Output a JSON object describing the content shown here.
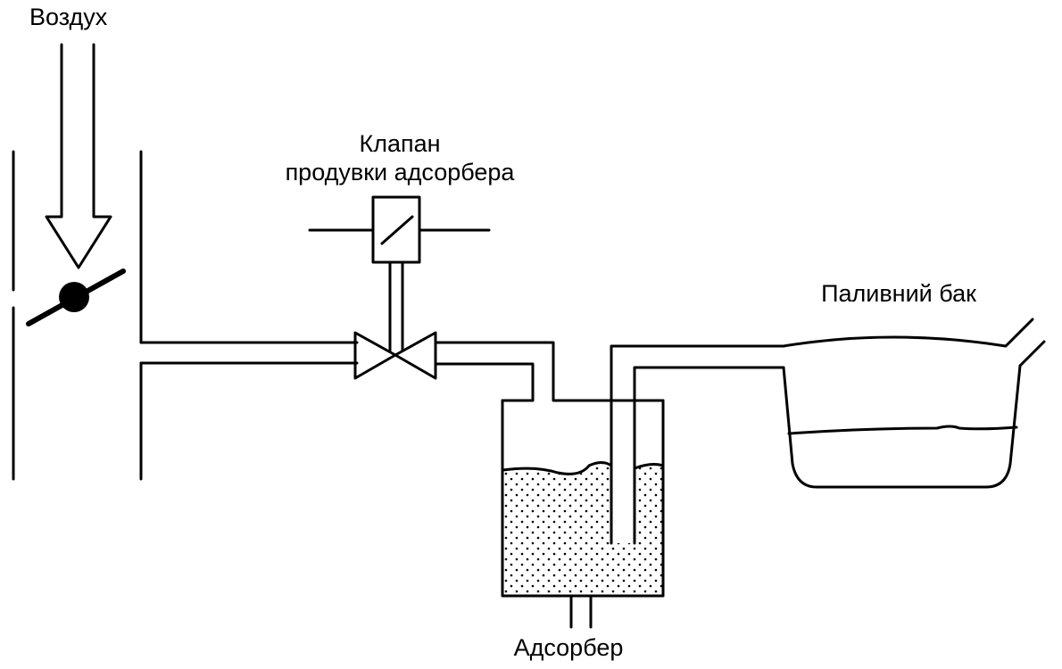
{
  "labels": {
    "air": "Воздух",
    "purge_valve_line1": "Клапан",
    "purge_valve_line2": "продувки адсорбера",
    "fuel_tank": "Паливний бак",
    "adsorber": "Адсорбер"
  },
  "icons": {
    "air_arrow": "arrow-down-icon",
    "throttle": "throttle-valve-icon",
    "valve": "purge-valve-icon"
  }
}
